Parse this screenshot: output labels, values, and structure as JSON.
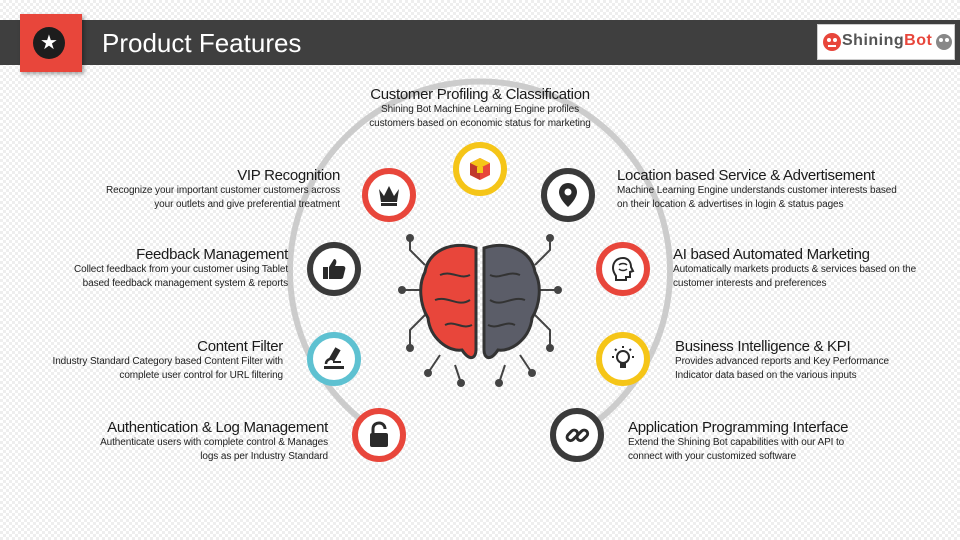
{
  "header": {
    "title": "Product Features",
    "logo_text_a": "Shining",
    "logo_text_b": "Bot"
  },
  "colors": {
    "red": "#e8463b",
    "yellow": "#f5c518",
    "dark": "#3a3a3a",
    "teal": "#5ec1d1",
    "arc": "#cccccc",
    "brain_left": "#e8463b",
    "brain_right": "#5b5d68"
  },
  "features": {
    "top": {
      "title": "Customer Profiling & Classification",
      "desc": "Shining Bot Machine Learning Engine profiles customers based on economic status for marketing",
      "icon": "cube-icon"
    },
    "vip": {
      "title": "VIP Recognition",
      "desc": "Recognize your important customer customers across your outlets and give preferential treatment",
      "icon": "crown-icon"
    },
    "feedback": {
      "title": "Feedback Management",
      "desc": "Collect feedback from your customer using Tablet based feedback management system & reports",
      "icon": "thumbs-up-icon"
    },
    "content": {
      "title": "Content Filter",
      "desc": "Industry Standard Category based Content Filter with complete user control for URL filtering",
      "icon": "microscope-icon"
    },
    "auth": {
      "title": "Authentication & Log Management",
      "desc": "Authenticate users with complete control & Manages logs as per Industry Standard",
      "icon": "lock-icon"
    },
    "location": {
      "title": "Location based Service & Advertisement",
      "desc": "Machine Learning Engine understands customer interests based on their location & advertises in login & status pages",
      "icon": "map-pin-icon"
    },
    "ai": {
      "title": "AI based Automated Marketing",
      "desc": "Automatically markets products & services based on the customer interests and preferences",
      "icon": "brain-head-icon"
    },
    "bi": {
      "title": "Business Intelligence & KPI",
      "desc": "Provides advanced reports and Key Performance Indicator data based on the various inputs",
      "icon": "lightbulb-icon"
    },
    "api": {
      "title": "Application Programming Interface",
      "desc": "Extend the Shining Bot capabilities with our API to connect with your customized software",
      "icon": "link-icon"
    }
  }
}
